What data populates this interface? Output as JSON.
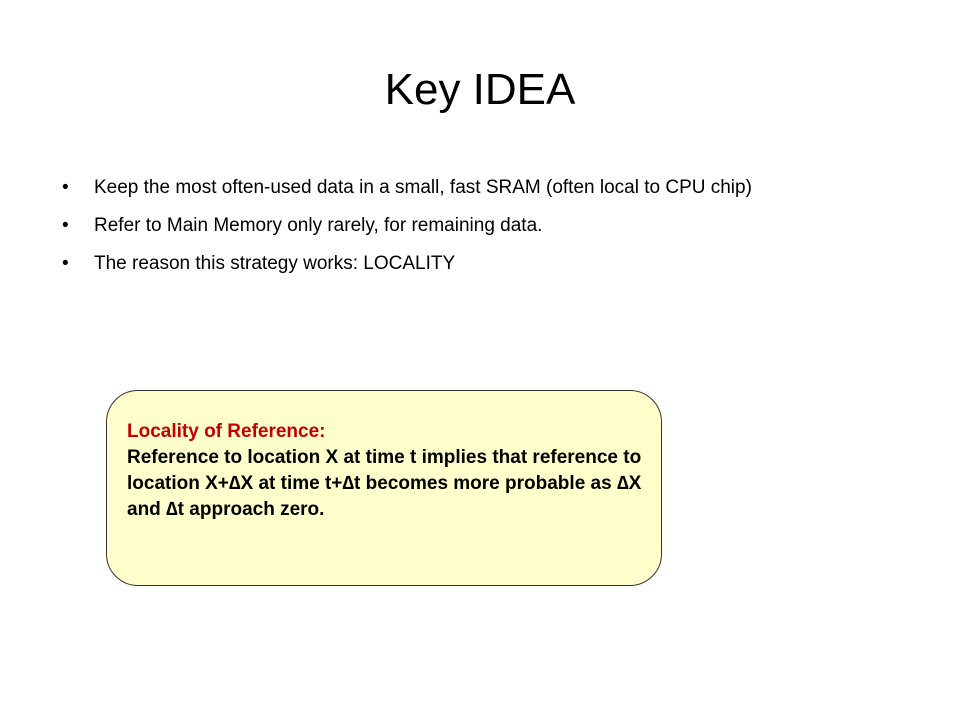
{
  "slide": {
    "title": "Key IDEA",
    "bullet_marker": "•",
    "bullets": [
      "Keep the most often-used data in a small, fast SRAM (often local to CPU chip)",
      "Refer to Main Memory only rarely, for remaining data.",
      "The reason this strategy works: LOCALITY"
    ],
    "callout": {
      "heading": "Locality of Reference:",
      "body": "Reference to location X at time t implies that reference to location  X+∆X  at time  t+∆t becomes more probable as  ∆X and ∆t approach zero."
    }
  },
  "colors": {
    "background": "#ffffff",
    "callout_fill": "#ffffcc",
    "callout_heading": "#c00000",
    "text": "#000000"
  }
}
